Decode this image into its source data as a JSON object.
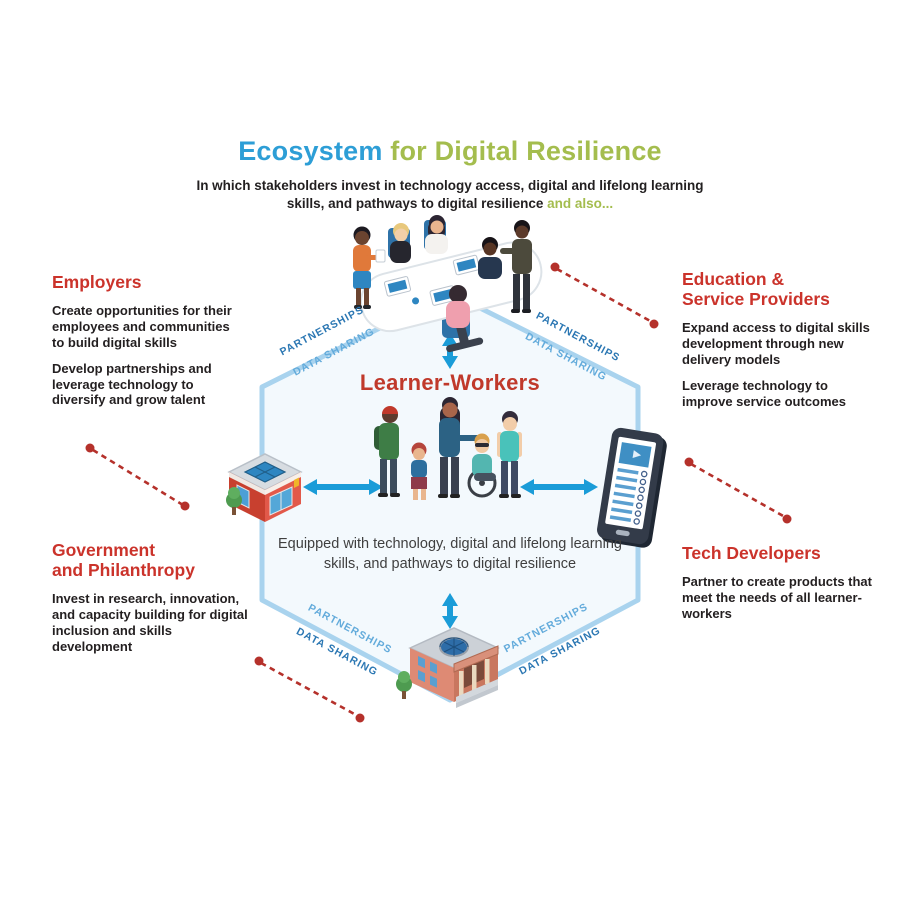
{
  "title": {
    "highlight": "Ecosystem",
    "rest": " for Digital Resilience"
  },
  "subtitle": {
    "text": "In which stakeholders invest in technology access, digital and lifelong learning skills, and pathways to digital resilience ",
    "highlight": "and also..."
  },
  "center": {
    "heading": "Learner-Workers",
    "caption": "Equipped with technology, digital and lifelong learning skills, and pathways to digital resilience"
  },
  "edge_labels": {
    "partnerships": "PARTNERSHIPS",
    "data_sharing": "DATA SHARING"
  },
  "stakeholders": [
    {
      "id": "employers",
      "heading_lines": [
        "Employers"
      ],
      "paragraphs": [
        "Create opportunities for their employees and communities to build digital skills",
        "Develop partnerships and leverage technology to diversify and grow talent"
      ]
    },
    {
      "id": "education-service-providers",
      "heading_lines": [
        "Education &",
        "Service Providers"
      ],
      "paragraphs": [
        "Expand access to digital skills development through new delivery models",
        "Leverage technology to improve service outcomes"
      ]
    },
    {
      "id": "government-philanthropy",
      "heading_lines": [
        "Government",
        "and Philanthropy"
      ],
      "paragraphs": [
        "Invest in research, innovation, and capacity building for digital inclusion and skills development"
      ]
    },
    {
      "id": "tech-developers",
      "heading_lines": [
        "Tech Developers"
      ],
      "paragraphs": [
        "Partner to create products that meet the needs of all learner-workers"
      ]
    }
  ],
  "icons": {
    "top": "collaboration-meeting-illustration",
    "left": "storefront-building-icon",
    "right": "tablet-device-icon",
    "bottom": "government-building-icon",
    "center": "learner-workers-group-illustration"
  },
  "colors": {
    "title_blue": "#2d9ed6",
    "title_green": "#a4bd4e",
    "heading_red": "#cb332b",
    "center_heading_red": "#c0392b",
    "arrow_blue": "#1a9cd8",
    "dashed_arrow_red": "#b5312b",
    "hexagon_border": "#a9d3ee",
    "hexagon_fill": "#f3f9fd",
    "edge_label_dark": "#2b77b3",
    "edge_label_light": "#63abdb"
  }
}
